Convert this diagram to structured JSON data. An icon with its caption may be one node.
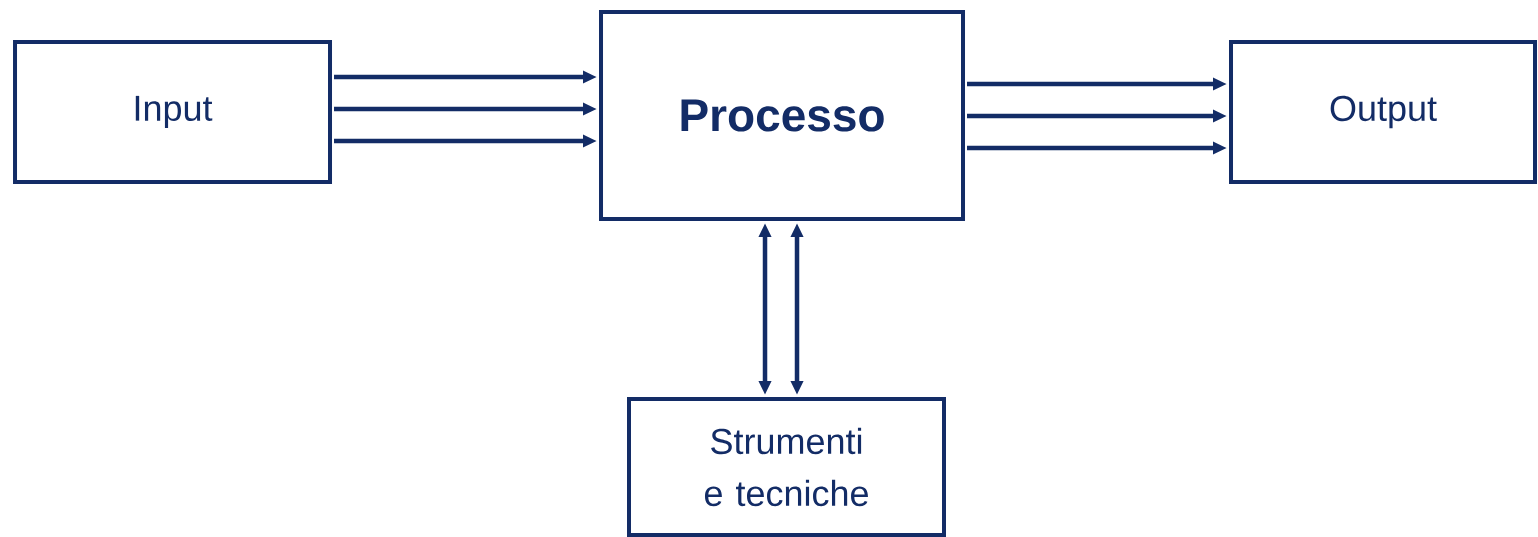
{
  "diagram": {
    "nodes": [
      {
        "text": [
          "Input"
        ]
      },
      {
        "text": [
          "Processo"
        ]
      },
      {
        "text": [
          "Output"
        ]
      },
      {
        "text": [
          "Strumenti e tecniche"
        ]
      }
    ],
    "edges": [
      {
        "from": 0,
        "to": 1,
        "arrow": "to"
      },
      {
        "from": 0,
        "to": 1,
        "arrow": "to"
      },
      {
        "from": 0,
        "to": 1,
        "arrow": "to"
      },
      {
        "from": 1,
        "to": 2,
        "arrow": "to"
      },
      {
        "from": 1,
        "to": 2,
        "arrow": "to"
      },
      {
        "from": 1,
        "to": 2,
        "arrow": "to"
      },
      {
        "from": 1,
        "to": 3,
        "arrow": "both"
      },
      {
        "from": 1,
        "to": 3,
        "arrow": "both"
      }
    ]
  }
}
